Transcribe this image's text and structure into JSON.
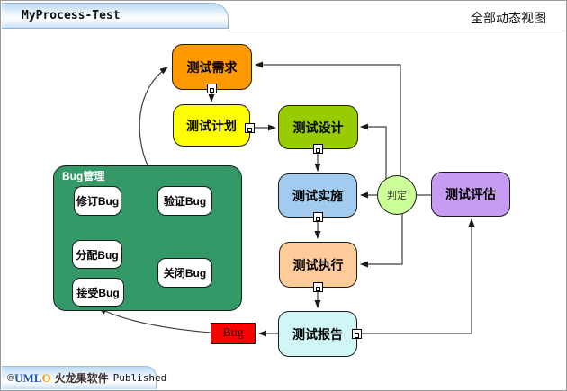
{
  "header": {
    "tab_title": "MyProcess-Test",
    "view_title": "全部动态视图"
  },
  "footer": {
    "reg_mark": "®",
    "brand_uml": "UML",
    "brand_o": "O",
    "company": "火龙果软件",
    "published": "Published"
  },
  "diagram": {
    "nodes": [
      {
        "id": "test-req",
        "label": "测试需求",
        "color": "#ff9900"
      },
      {
        "id": "test-plan",
        "label": "测试计划",
        "color": "#ffff00"
      },
      {
        "id": "test-design",
        "label": "测试设计",
        "color": "#99cc00"
      },
      {
        "id": "test-impl",
        "label": "测试实施",
        "color": "#a3cbef"
      },
      {
        "id": "test-exec",
        "label": "测试执行",
        "color": "#ffcc99"
      },
      {
        "id": "test-report",
        "label": "测试报告",
        "color": "#d0f6f6"
      },
      {
        "id": "test-eval",
        "label": "测试评估",
        "color": "#c79cf0"
      }
    ],
    "decision": {
      "label": "判定",
      "color": "#ccff99"
    },
    "bug_node": {
      "label": "Bug",
      "color": "#ff0000"
    },
    "bug_group": {
      "label": "Bug管理",
      "color": "#339966",
      "children": [
        {
          "id": "fix-bug",
          "label": "修订Bug"
        },
        {
          "id": "verify-bug",
          "label": "验证Bug"
        },
        {
          "id": "assign-bug",
          "label": "分配Bug"
        },
        {
          "id": "close-bug",
          "label": "关闭Bug"
        },
        {
          "id": "accept-bug",
          "label": "接受Bug"
        }
      ]
    },
    "edges": [
      {
        "from": "测试需求",
        "to": "测试计划"
      },
      {
        "from": "测试计划",
        "to": "测试设计"
      },
      {
        "from": "测试设计",
        "to": "测试实施"
      },
      {
        "from": "测试实施",
        "to": "测试执行"
      },
      {
        "from": "测试执行",
        "to": "测试报告"
      },
      {
        "from": "测试报告",
        "to": "Bug"
      },
      {
        "from": "Bug",
        "to": "接受Bug"
      },
      {
        "from": "Bug管理",
        "to": "测试需求"
      },
      {
        "from": "判定",
        "to": "测试需求"
      },
      {
        "from": "判定",
        "to": "测试设计"
      },
      {
        "from": "判定",
        "to": "测试实施"
      },
      {
        "from": "判定",
        "to": "测试执行"
      },
      {
        "from": "判定",
        "to": "测试评估",
        "style": "plain"
      },
      {
        "from": "测试报告",
        "to": "测试评估"
      },
      {
        "from": "修订Bug",
        "to": "验证Bug",
        "style": "plain"
      },
      {
        "from": "验证Bug",
        "to": "关闭Bug",
        "via": "choice-diamond"
      },
      {
        "from": "choice-diamond",
        "to": "修订Bug"
      },
      {
        "from": "修订Bug",
        "to": "分配Bug",
        "style": "plain"
      },
      {
        "from": "分配Bug",
        "to": "接受Bug",
        "style": "plain"
      }
    ]
  }
}
